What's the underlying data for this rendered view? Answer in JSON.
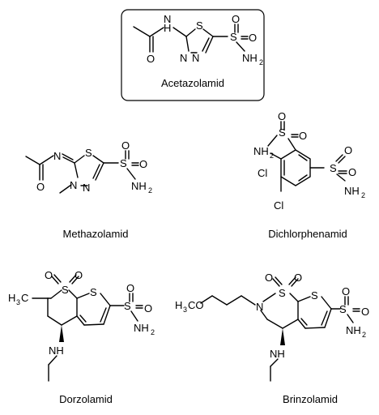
{
  "compounds": [
    {
      "name": "Acetazolamid"
    },
    {
      "name": "Methazolamid"
    },
    {
      "name": "Dichlorphenamid"
    },
    {
      "name": "Dorzolamid"
    },
    {
      "name": "Brinzolamid"
    }
  ],
  "atoms": {
    "S": "S",
    "N": "N",
    "H": "H",
    "O": "O",
    "NH": "NH",
    "NH2": "NH",
    "two": "2",
    "three": "3",
    "Cl": "Cl",
    "H3C": "H",
    "H3CO_pre": "H",
    "CO": "CO"
  }
}
